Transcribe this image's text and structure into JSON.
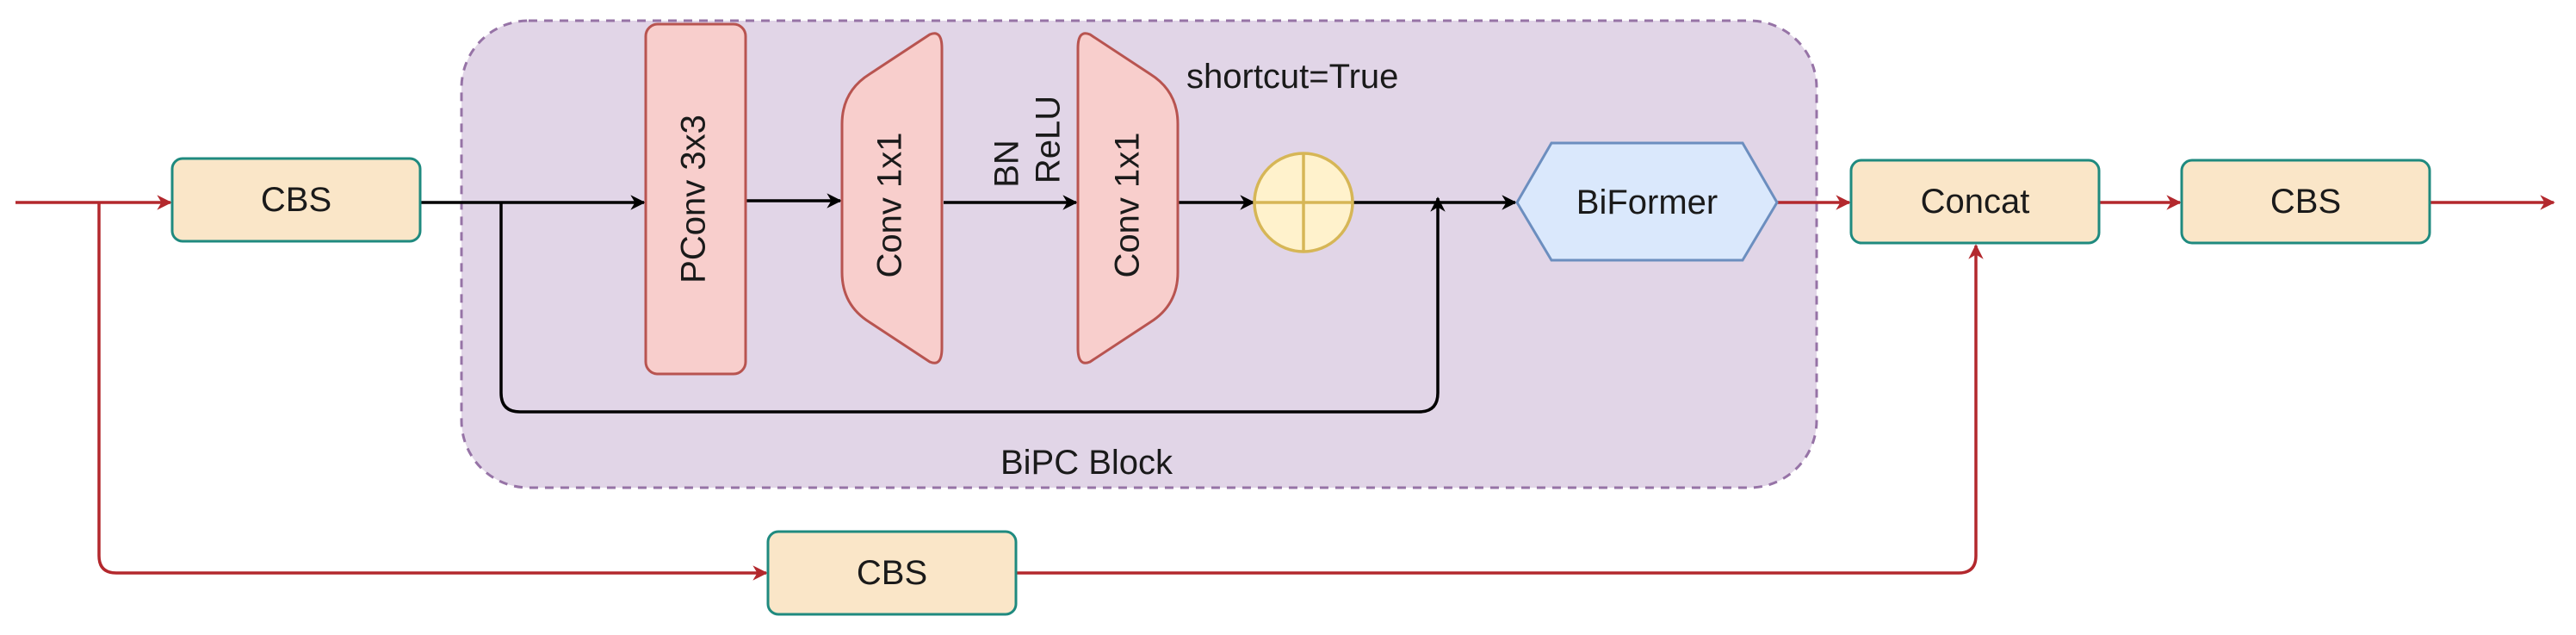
{
  "diagram": {
    "block_label": "BiPC Block",
    "shortcut_label": "shortcut=True",
    "nodes": {
      "cbs_left": "CBS",
      "cbs_bottom": "CBS",
      "cbs_right": "CBS",
      "concat": "Concat",
      "biformer": "BiFormer",
      "pconv": "PConv 3x3",
      "conv1": "Conv 1x1",
      "conv2": "Conv 1x1",
      "bn": "BN",
      "relu": "ReLU"
    },
    "colors": {
      "block_fill": "#e1d5e7",
      "block_border": "#9673a6",
      "cbs_fill": "#fae6c8",
      "cbs_border": "#1f8a7f",
      "conv_fill": "#f8cecc",
      "conv_border": "#b85450",
      "biformer_fill": "#dae8fc",
      "biformer_border": "#6c8ebf",
      "add_fill": "#fff2cc",
      "add_border": "#d6b656",
      "red_arrow": "#b3282d",
      "black_arrow": "#000000"
    }
  }
}
